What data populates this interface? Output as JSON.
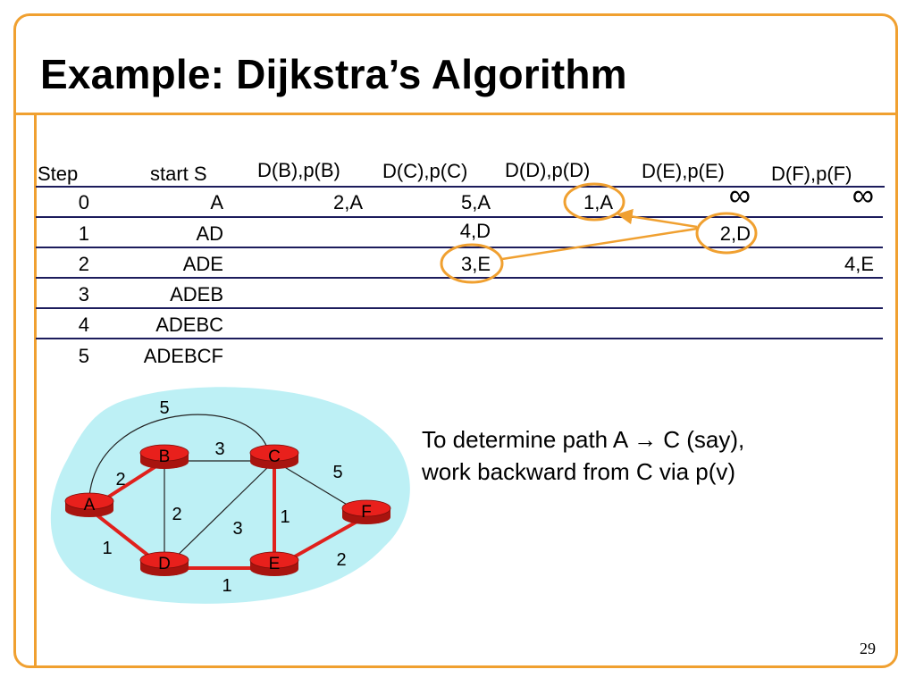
{
  "title": "Example: Dijkstra’s Algorithm",
  "table": {
    "headers": {
      "step": "Step",
      "start": "start S",
      "cols": [
        "D(B),p(B)",
        "D(C),p(C)",
        "D(D),p(D)",
        "D(E),p(E)",
        "D(F),p(F)"
      ]
    },
    "rows": [
      {
        "step": "0",
        "set": "A",
        "cells": [
          "2,A",
          "5,A",
          "1,A",
          "∞",
          "∞"
        ]
      },
      {
        "step": "1",
        "set": "AD",
        "cells": [
          "",
          "4,D",
          "",
          "2,D",
          ""
        ]
      },
      {
        "step": "2",
        "set": "ADE",
        "cells": [
          "",
          "3,E",
          "",
          "",
          "4,E"
        ]
      },
      {
        "step": "3",
        "set": "ADEB",
        "cells": [
          "",
          "",
          "",
          "",
          ""
        ]
      },
      {
        "step": "4",
        "set": "ADEBC",
        "cells": [
          "",
          "",
          "",
          "",
          ""
        ]
      },
      {
        "step": "5",
        "set": "ADEBCF",
        "cells": [
          "",
          "",
          "",
          "",
          ""
        ]
      }
    ]
  },
  "graph": {
    "nodes": [
      "A",
      "B",
      "C",
      "D",
      "E",
      "F"
    ],
    "edges": [
      {
        "from": "A",
        "to": "B",
        "weight": "2",
        "highlight": true
      },
      {
        "from": "A",
        "to": "C",
        "weight": "5",
        "highlight": false
      },
      {
        "from": "A",
        "to": "D",
        "weight": "1",
        "highlight": true
      },
      {
        "from": "B",
        "to": "C",
        "weight": "3",
        "highlight": false
      },
      {
        "from": "B",
        "to": "D",
        "weight": "2",
        "highlight": false
      },
      {
        "from": "C",
        "to": "D",
        "weight": "3",
        "highlight": false
      },
      {
        "from": "C",
        "to": "E",
        "weight": "1",
        "highlight": true
      },
      {
        "from": "C",
        "to": "F",
        "weight": "5",
        "highlight": false
      },
      {
        "from": "D",
        "to": "E",
        "weight": "1",
        "highlight": true
      },
      {
        "from": "E",
        "to": "F",
        "weight": "2",
        "highlight": true
      }
    ]
  },
  "note": {
    "line1_prefix": "To determine path A ",
    "arrow": "→",
    "line1_suffix": " C (say),",
    "line2": "work backward from C via p(v)"
  },
  "page_number": "29",
  "colors": {
    "accent": "#f0a030",
    "node_fill": "#e8201c",
    "highlight_edge": "#e0201c",
    "cloud": "#bdf0f5",
    "rule": "#1c1c5c"
  }
}
